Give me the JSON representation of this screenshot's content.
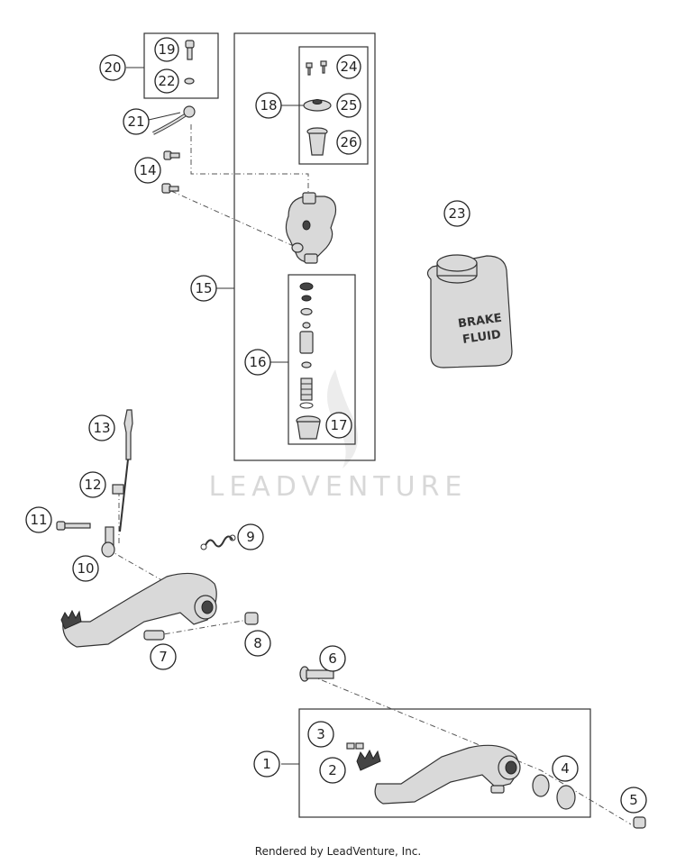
{
  "diagram": {
    "callouts": [
      "1",
      "2",
      "3",
      "4",
      "5",
      "6",
      "7",
      "8",
      "9",
      "10",
      "11",
      "12",
      "13",
      "14",
      "15",
      "16",
      "17",
      "18",
      "19",
      "20",
      "21",
      "22",
      "23",
      "24",
      "25",
      "26"
    ],
    "bottle_text": [
      "BRAKE",
      "FLUID"
    ],
    "watermark": "LEADVENTURE"
  },
  "footer": {
    "text": "Rendered by LeadVenture, Inc."
  }
}
